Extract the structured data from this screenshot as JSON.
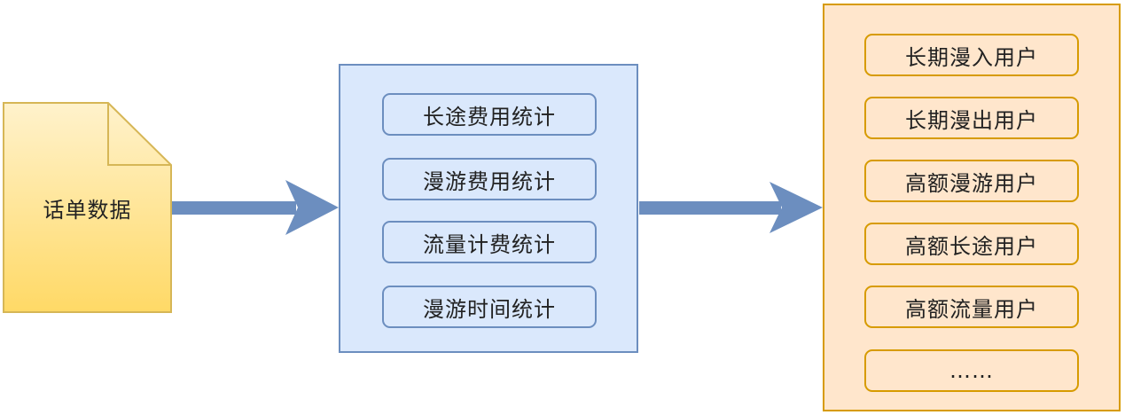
{
  "source": {
    "label": "话单数据"
  },
  "statistics": {
    "items": [
      {
        "label": "长途费用统计"
      },
      {
        "label": "漫游费用统计"
      },
      {
        "label": "流量计费统计"
      },
      {
        "label": "漫游时间统计"
      }
    ]
  },
  "user_groups": {
    "items": [
      {
        "label": "长期漫入用户"
      },
      {
        "label": "长期漫出用户"
      },
      {
        "label": "高额漫游用户"
      },
      {
        "label": "高额长途用户"
      },
      {
        "label": "高额流量用户"
      },
      {
        "label": "……"
      }
    ]
  },
  "colors": {
    "doc_fill_top": "#fff2cc",
    "doc_fill_bottom": "#ffd966",
    "doc_stroke": "#d6b656",
    "blue_fill": "#dae8fc",
    "blue_stroke": "#6c8ebf",
    "orange_fill": "#ffe6cc",
    "orange_stroke": "#d79b00",
    "arrow": "#6c8ebf"
  }
}
